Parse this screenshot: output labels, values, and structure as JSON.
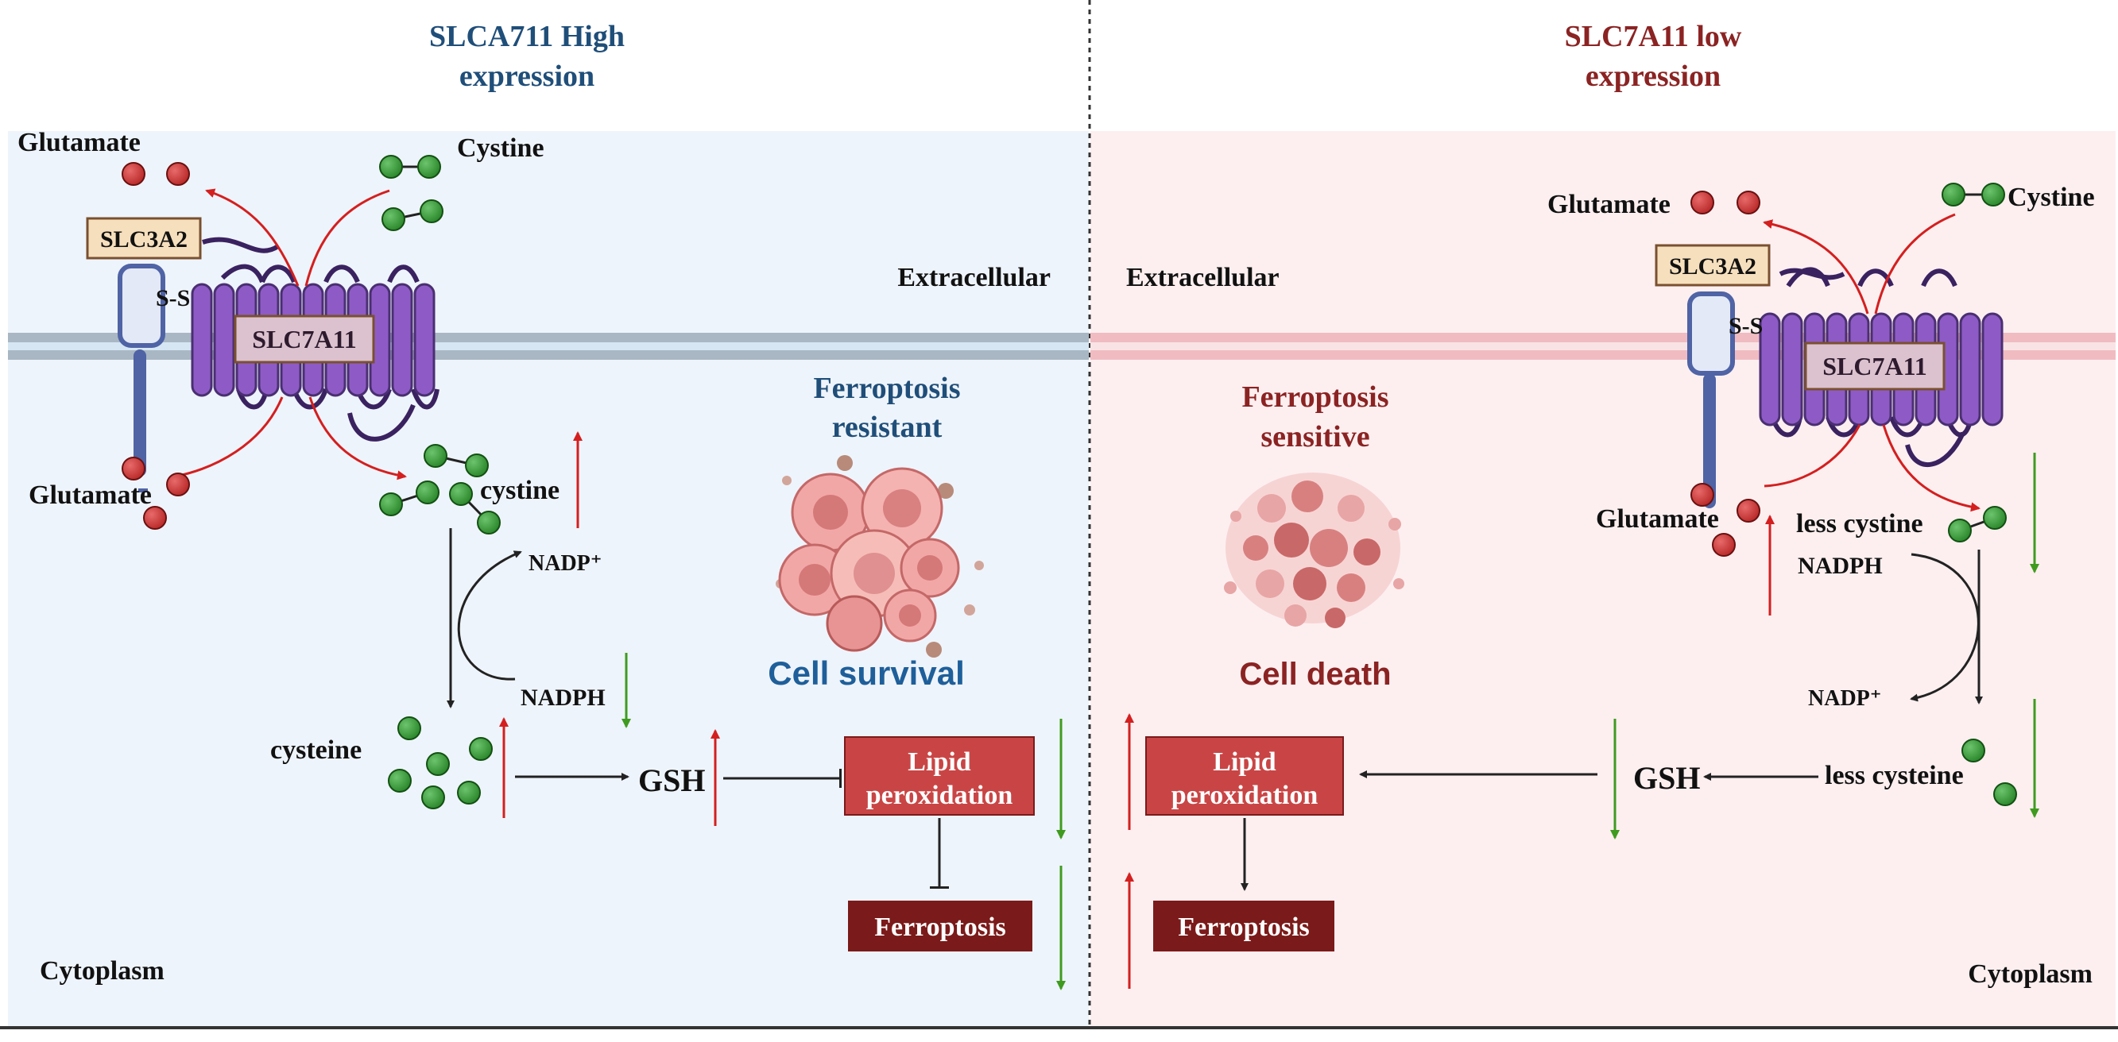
{
  "left": {
    "title_line1": "SLCA711 High",
    "title_line2": "expression",
    "extracellular": "Extracellular",
    "cytoplasm": "Cytoplasm",
    "glutamate_out": "Glutamate",
    "glutamate_in": "Glutamate",
    "cystine_out": "Cystine",
    "cystine_in": "cystine",
    "slc3a2": "SLC3A2",
    "slc7a11": "SLC7A11",
    "ss": "S-S",
    "nadp": "NADP⁺",
    "nadph": "NADPH",
    "cysteine": "cysteine",
    "gsh": "GSH",
    "lipid_line1": "Lipid",
    "lipid_line2": "peroxidation",
    "ferroptosis": "Ferroptosis",
    "state_line1": "Ferroptosis",
    "state_line2": "resistant",
    "outcome": "Cell survival"
  },
  "right": {
    "title_line1": "SLC7A11 low",
    "title_line2": "expression",
    "extracellular": "Extracellular",
    "cytoplasm": "Cytoplasm",
    "glutamate_out": "Glutamate",
    "glutamate_in": "Glutamate",
    "cystine_out": "Cystine",
    "cystine_in": "less cystine",
    "slc3a2": "SLC3A2",
    "slc7a11": "SLC7A11",
    "ss": "S-S",
    "nadph": "NADPH",
    "nadp": "NADP⁺",
    "cysteine": "less cysteine",
    "gsh": "GSH",
    "lipid_line1": "Lipid",
    "lipid_line2": "peroxidation",
    "ferroptosis": "Ferroptosis",
    "state_line1": "Ferroptosis",
    "state_line2": "sensitive",
    "outcome": "Cell death"
  },
  "colors": {
    "left_bg": "#eef4fb",
    "right_bg": "#fdeff0",
    "blue_title": "#1f4e79",
    "red_title": "#8b2323",
    "outcome_blue": "#1e5f9a",
    "transporter": "#8e5bc6",
    "transporter_dark": "#4a2f72",
    "slc3a2_fill": "#f6dfbd",
    "anchor": "#4f63a5",
    "glutamate": "#cc3333",
    "cystine": "#3a9b3a",
    "arrow_red": "#d41f1f",
    "arrow_green": "#3f9b1f",
    "lipid_box": "#c94545",
    "ferro_box": "#7b1a1a"
  }
}
